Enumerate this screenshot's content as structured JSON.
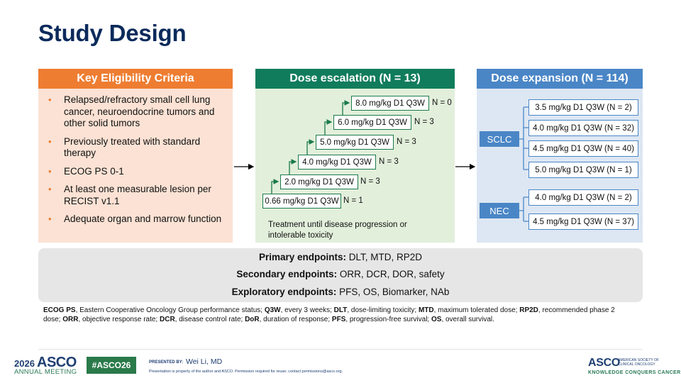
{
  "title": "Study Design",
  "eligibility": {
    "header": "Key Eligibility Criteria",
    "items": [
      "Relapsed/refractory small cell lung cancer, neuroendocrine tumors and other solid tumors",
      "Previously treated with standard therapy",
      "ECOG PS 0-1",
      "At least one measurable lesion per RECIST v1.1",
      "Adequate organ and marrow function"
    ]
  },
  "escalation": {
    "header": "Dose escalation (N = 13)",
    "steps": [
      {
        "dose": "0.66 mg/kg D1 Q3W",
        "n": "N = 1"
      },
      {
        "dose": "2.0 mg/kg D1 Q3W",
        "n": "N = 3"
      },
      {
        "dose": "4.0 mg/kg D1 Q3W",
        "n": "N = 3"
      },
      {
        "dose": "5.0 mg/kg D1 Q3W",
        "n": "N = 3"
      },
      {
        "dose": "6.0 mg/kg D1 Q3W",
        "n": "N = 3"
      },
      {
        "dose": "8.0 mg/kg D1 Q3W",
        "n": "N = 0"
      }
    ],
    "note": "Treatment until disease progression or intolerable toxicity"
  },
  "expansion": {
    "header": "Dose expansion (N = 114)",
    "sclc": {
      "label": "SCLC",
      "arms": [
        "3.5 mg/kg D1 Q3W (N = 2)",
        "4.0 mg/kg D1 Q3W (N = 32)",
        "4.5 mg/kg D1 Q3W (N = 40)",
        "5.0 mg/kg D1 Q3W (N = 1)"
      ]
    },
    "nec": {
      "label": "NEC",
      "arms": [
        "4.0 mg/kg D1 Q3W (N = 2)",
        "4.5 mg/kg D1 Q3W (N = 37)"
      ]
    }
  },
  "endpoints": {
    "primary_label": "Primary endpoints:",
    "primary_value": "DLT, MTD, RP2D",
    "secondary_label": "Secondary endpoints:",
    "secondary_value": "ORR, DCR, DOR, safety",
    "exploratory_label": "Exploratory endpoints:",
    "exploratory_value": "PFS, OS, Biomarker, NAb"
  },
  "footnote": [
    {
      "abbr": "ECOG PS",
      "def": ", Eastern Cooperative Oncology Group performance status; "
    },
    {
      "abbr": "Q3W",
      "def": ", every 3 weeks; "
    },
    {
      "abbr": "DLT",
      "def": ", dose-limiting toxicity; "
    },
    {
      "abbr": "MTD",
      "def": ", maximum tolerated dose; "
    },
    {
      "abbr": "RP2D",
      "def": ", recommended phase 2 dose; "
    },
    {
      "abbr": "ORR",
      "def": ", objective response rate; "
    },
    {
      "abbr": "DCR",
      "def": ", disease control rate; "
    },
    {
      "abbr": "DoR",
      "def": ", duration of response; "
    },
    {
      "abbr": "PFS",
      "def": ", progression-free survival; "
    },
    {
      "abbr": "OS",
      "def": ", overall survival."
    }
  ],
  "footer": {
    "meeting_year": "2026",
    "meeting_org": "ASCO",
    "meeting_sub": "ANNUAL MEETING",
    "hashtag": "#ASCO26",
    "presented_by": "PRESENTED BY:",
    "presenter": "Wei Li, MD",
    "property_note": "Presentation is property of the author and ASCO. Permission required for reuse; contact permissions@asco.org.",
    "logo_text": "ASCO",
    "logo_sub": "AMERICAN SOCIETY OF CLINICAL ONCOLOGY",
    "logo_tagline": "KNOWLEDGE CONQUERS CANCER"
  },
  "colors": {
    "title": "#0b2a5b",
    "eligibility_header": "#ee7d31",
    "eligibility_bg": "#fbe2d4",
    "escalation_header": "#107c5b",
    "escalation_bg": "#e2efdb",
    "expansion_header": "#4a86c6",
    "expansion_bg": "#dde7f3",
    "endpoints_bg": "#e6e6e6"
  }
}
